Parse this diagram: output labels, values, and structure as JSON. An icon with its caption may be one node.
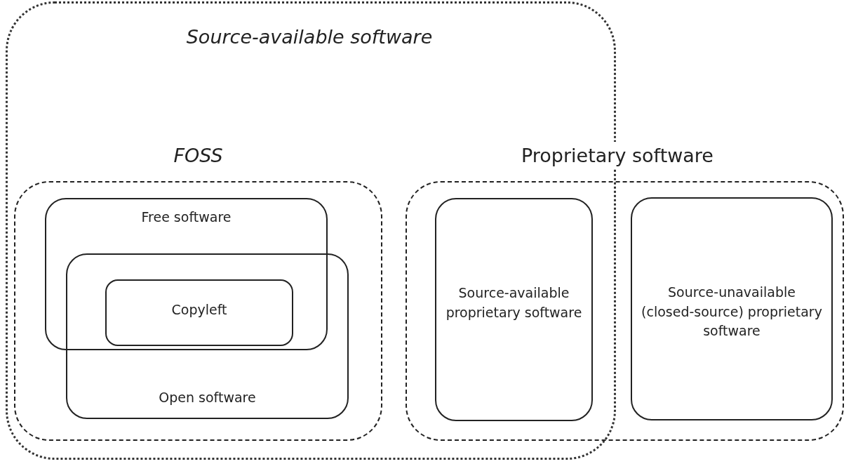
{
  "diagram": {
    "nodes": [
      {
        "text": [
          "Source-available software"
        ]
      },
      {
        "text": [
          "FOSS"
        ],
        "in": 0
      },
      {
        "text": [
          "Free software"
        ],
        "in": 1
      },
      {
        "text": [
          "Open software"
        ],
        "in": 1
      },
      {
        "text": [
          "Copyleft"
        ]
      },
      {
        "text": [
          "Proprietary software"
        ]
      },
      {
        "text": [
          "Source-available proprietary software"
        ]
      },
      {
        "text": [
          "Source-unavailable (closed-source) proprietary software"
        ],
        "in": 5
      }
    ]
  }
}
